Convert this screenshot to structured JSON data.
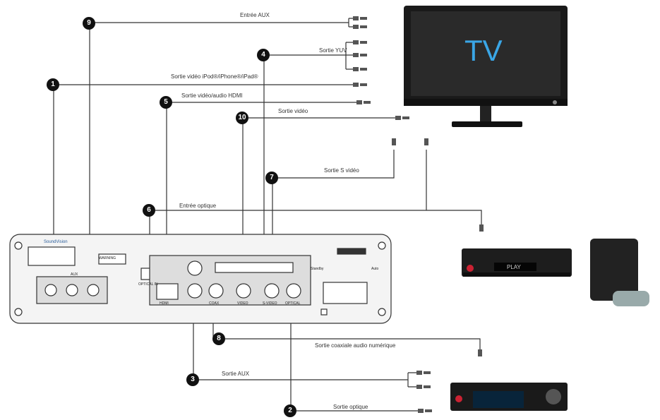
{
  "labels": {
    "aux_in": "Entrée AUX",
    "yuv_out": "Sortie YUV",
    "ipod_video_out": "Sortie vidéo iPod®/iPhone®/iPad®",
    "hdmi_out": "Sortie vidéo/audio HDMI",
    "video_out": "Sortie vidéo",
    "svideo_out": "Sortie S vidéo",
    "optical_in": "Entrée optique",
    "coax_out": "Sortie coaxiale audio numérique",
    "aux_out": "Sortie AUX",
    "optical_out": "Sortie optique"
  },
  "callouts": {
    "n1": "1",
    "n2": "2",
    "n3": "3",
    "n4": "4",
    "n5": "5",
    "n6": "6",
    "n7": "7",
    "n8": "8",
    "n9": "9",
    "n10": "10"
  },
  "devices": {
    "tv_label": "TV",
    "player_display": "PLAY",
    "brand": "SoundVision"
  },
  "panel": {
    "aux": "AUX",
    "hdmi": "HDMI",
    "coax": "COAX",
    "video": "VIDEO",
    "s_video": "S-VIDEO",
    "optical": "OPTICAL",
    "optical_in": "OPTICAL IN",
    "standby": "Standby",
    "auto": "Auto",
    "warning": "WARNING"
  },
  "colors": {
    "line": "#333333",
    "tv_text": "#3aa6e6",
    "callout": "#111111"
  }
}
